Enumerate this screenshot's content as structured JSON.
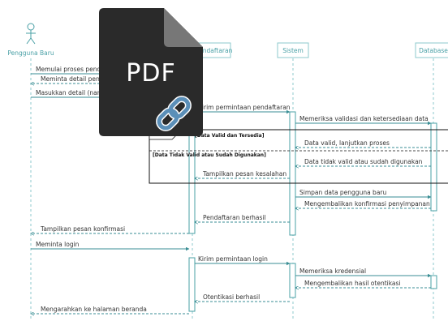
{
  "participants": {
    "actor": "Pengguna Baru",
    "form": "Form Pendaftaran",
    "system": "Sistem",
    "database": "Database"
  },
  "messages": [
    "Memulai proses pendaftaran",
    "Meminta detail pendaftaran",
    "Masukkan detail (nama, email, kata sandi)",
    "Kirim permintaan pendaftaran",
    "Memeriksa validasi dan ketersediaan data",
    "Data valid, lanjutkan proses",
    "Data tidak valid atau sudah digunakan",
    "Tampilkan pesan kesalahan",
    "Simpan data pengguna baru",
    "Mengembalikan konfirmasi penyimpanan",
    "Pendaftaran berhasil",
    "Tampilkan pesan konfirmasi",
    "Meminta login",
    "Kirim permintaan login",
    "Memeriksa kredensial",
    "Mengembalikan hasil otentikasi",
    "Otentikasi berhasil",
    "Mengarahkan ke halaman beranda"
  ],
  "fragments": {
    "valid": "[Data Valid dan Tersedia]",
    "invalid": "[Data Tidak Valid atau Sudah Digunakan]"
  },
  "overlay": {
    "icon": "pdf-link-file-icon",
    "text": "PDF",
    "colors": {
      "body": "#2a2a2a",
      "fold": "#777777",
      "link": "#5b8fb8"
    }
  },
  "colors": {
    "line": "#4aa0a6",
    "text": "#333333"
  }
}
